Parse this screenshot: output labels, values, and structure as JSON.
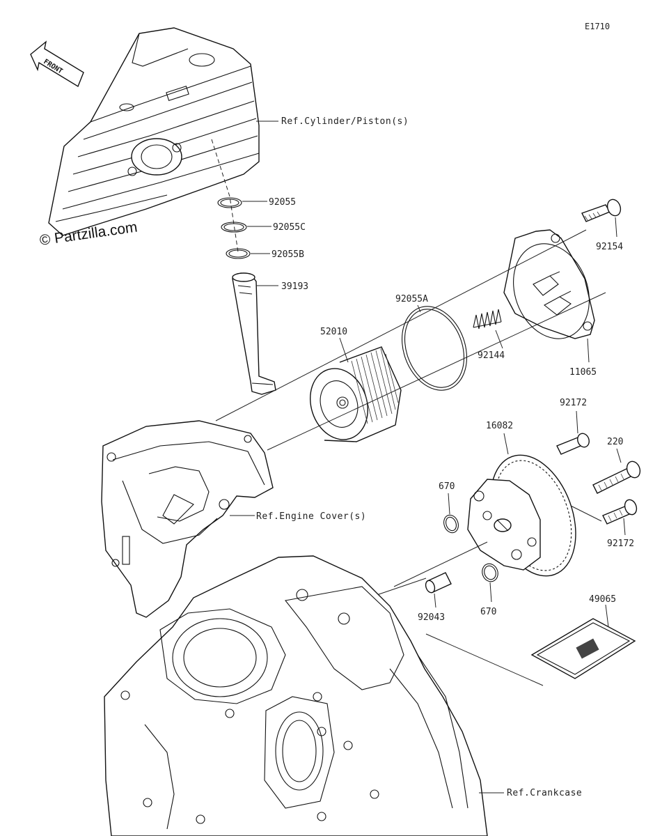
{
  "diagram_code": "E1710",
  "watermark": "© Partzilla.com",
  "front_label": "FRONT",
  "references": {
    "cylinder": "Ref.Cylinder/Piston(s)",
    "engine_cover": "Ref.Engine Cover(s)",
    "crankcase": "Ref.Crankcase"
  },
  "parts": {
    "p92055": "92055",
    "p92055c": "92055C",
    "p92055b": "92055B",
    "p39193": "39193",
    "p92055a": "92055A",
    "p52010": "52010",
    "p92144": "92144",
    "p92154": "92154",
    "p11065": "11065",
    "p92172_top": "92172",
    "p16082": "16082",
    "p220": "220",
    "p670_left": "670",
    "p92172_bottom": "92172",
    "p92043": "92043",
    "p670_bottom": "670",
    "p49065": "49065"
  }
}
